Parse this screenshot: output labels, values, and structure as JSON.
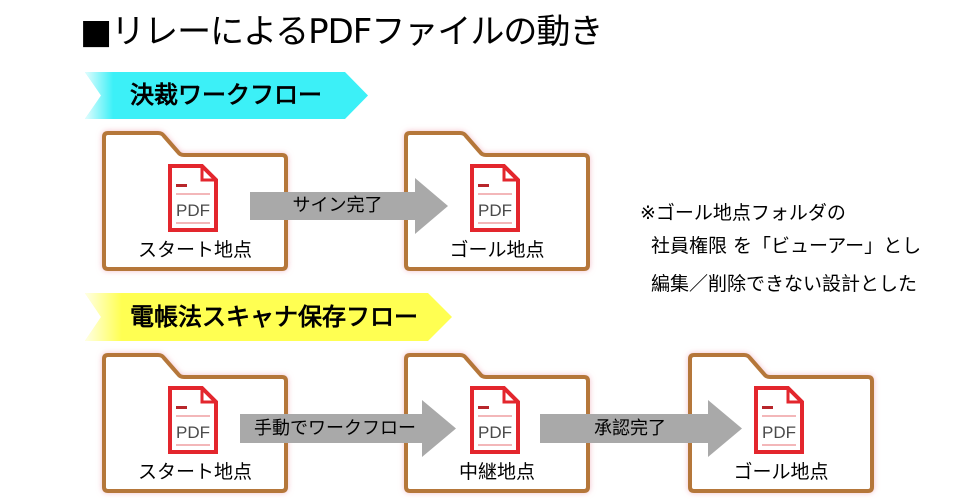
{
  "slide": {
    "title": "■リレーによるPDFファイルの動き"
  },
  "pdf_icon": {
    "label": "PDF",
    "icon": "pdf-file-icon"
  },
  "flows": [
    {
      "name": "決裁ワークフロー",
      "banner_color": "#3cf0f7",
      "steps": [
        "スタート地点",
        "ゴール地点"
      ],
      "transitions": [
        "サイン完了"
      ]
    },
    {
      "name": "電帳法スキャナ保存フロー",
      "banner_color": "#ffff52",
      "steps": [
        "スタート地点",
        "中継地点",
        "ゴール地点"
      ],
      "transitions": [
        "手動でワークフロー",
        "承認完了"
      ]
    }
  ],
  "note": {
    "lines": [
      "※ゴール地点フォルダの",
      "社員権限 を「ビューアー」とし",
      "編集／削除できない設計とした"
    ]
  },
  "icons": {
    "folder": "folder-icon",
    "arrow": "right-arrow-icon",
    "document": "pdf-file-icon"
  },
  "colors": {
    "folder_stroke": "#b5773a",
    "pdf_red": "#e3262d",
    "arrow_gray": "#a9a9a9",
    "text": "#000000"
  }
}
